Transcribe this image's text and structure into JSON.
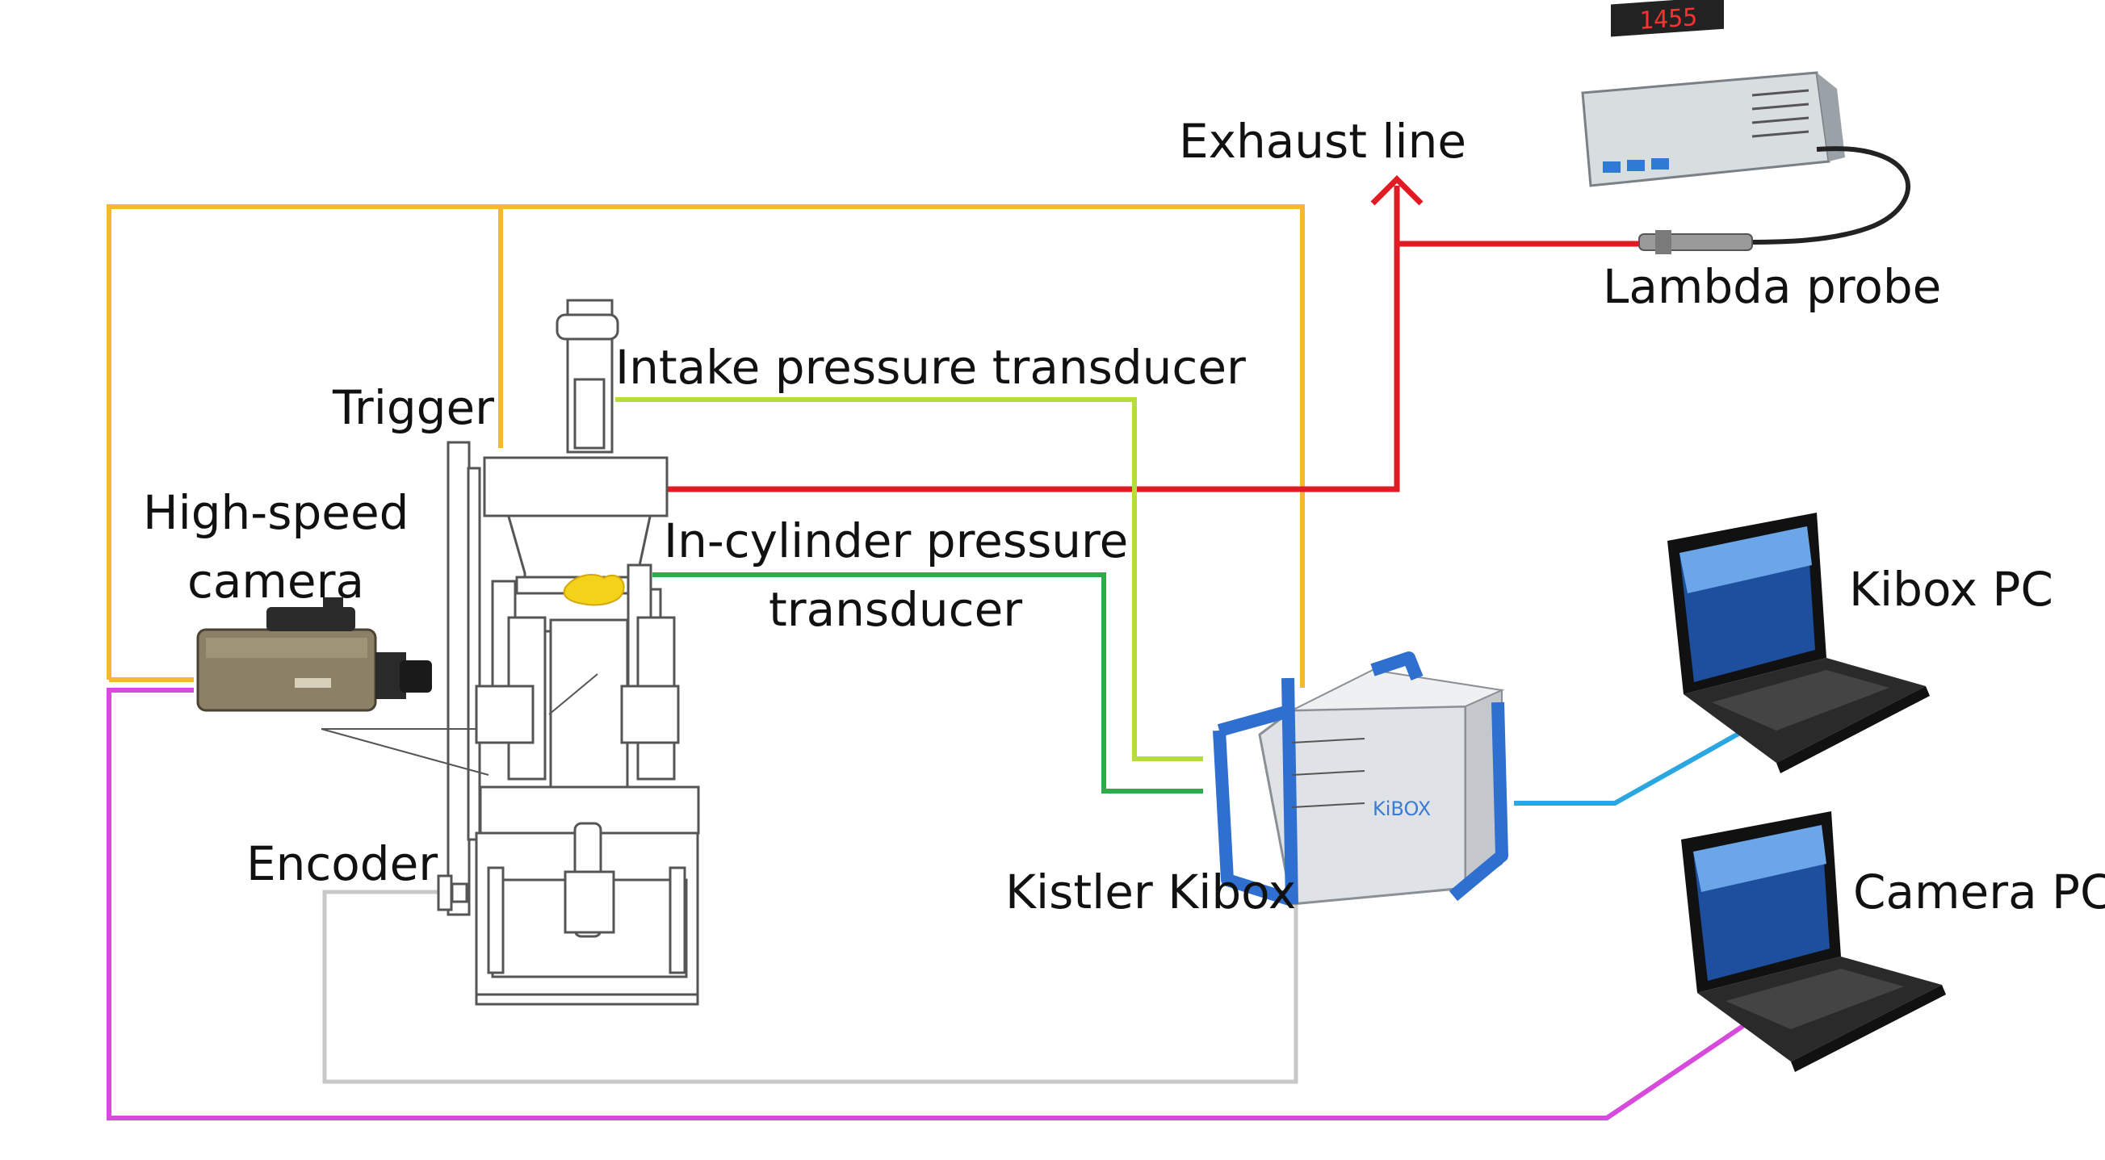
{
  "labels": {
    "exhaust_line": "Exhaust line",
    "lambda_probe": "Lambda probe",
    "intake_pressure_transducer": "Intake pressure transducer",
    "trigger": "Trigger",
    "high_speed_camera_1": "High-speed",
    "high_speed_camera_2": "camera",
    "in_cylinder_1": "In-cylinder pressure",
    "in_cylinder_2": "transducer",
    "kibox_pc": "Kibox PC",
    "encoder": "Encoder",
    "kistler_kibox": "Kistler Kibox",
    "camera_pc": "Camera PC"
  },
  "devices": {
    "lambda_display": "1455",
    "kibox_brand": "KiBOX"
  },
  "colors": {
    "trigger_line": "#f5b82e",
    "exhaust_line": "#e01b24",
    "intake_line": "#b8dc3a",
    "in_cylinder_line": "#2eab4a",
    "kibox_pc_line": "#2aa6e0",
    "camera_pc_line": "#d74bdc",
    "encoder_line": "#c8c8c8"
  }
}
